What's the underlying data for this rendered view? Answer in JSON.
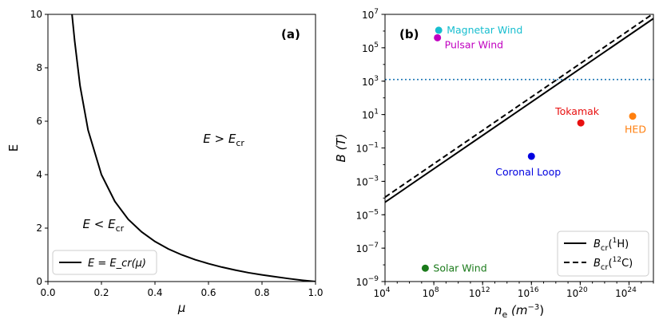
{
  "chart_data": [
    {
      "type": "line",
      "panel_label": "(a)",
      "xlabel": "μ",
      "ylabel": "E",
      "xlim": [
        0.0,
        1.0
      ],
      "ylim": [
        0,
        10
      ],
      "x_ticks": [
        "0.0",
        "0.2",
        "0.4",
        "0.6",
        "0.8",
        "1.0"
      ],
      "y_ticks": [
        "0",
        "2",
        "4",
        "6",
        "8",
        "10"
      ],
      "grid": false,
      "legend_position": "bottom-left",
      "series": [
        {
          "name": "E = E_cr(μ)",
          "color": "#000000",
          "style": "solid",
          "x": [
            0.09,
            0.1,
            0.12,
            0.15,
            0.2,
            0.25,
            0.3,
            0.35,
            0.4,
            0.45,
            0.5,
            0.55,
            0.6,
            0.65,
            0.7,
            0.75,
            0.8,
            0.85,
            0.9,
            0.95,
            1.0
          ],
          "y": [
            10.0,
            9.0,
            7.33,
            5.67,
            4.0,
            3.0,
            2.33,
            1.86,
            1.5,
            1.22,
            1.0,
            0.82,
            0.67,
            0.54,
            0.43,
            0.33,
            0.25,
            0.18,
            0.11,
            0.05,
            0.0
          ]
        }
      ],
      "annotations": [
        {
          "text": "E > E",
          "sub": "cr",
          "x": 0.58,
          "y": 5.2
        },
        {
          "text": "E < E",
          "sub": "cr",
          "x": 0.13,
          "y": 2.0
        }
      ]
    },
    {
      "type": "line",
      "panel_label": "(b)",
      "xlabel": "n",
      "xlabel_sub": "e",
      "xlabel_unit": "(m",
      "xlabel_unit_sup": "−3",
      "ylabel": "B (T)",
      "x_scale": "log",
      "y_scale": "log",
      "xlim_exp": [
        4,
        26
      ],
      "ylim_exp": [
        -9,
        7
      ],
      "x_ticks": [
        {
          "base": "10",
          "exp": "4",
          "value_exp": 4
        },
        {
          "base": "10",
          "exp": "8",
          "value_exp": 8
        },
        {
          "base": "10",
          "exp": "12",
          "value_exp": 12
        },
        {
          "base": "10",
          "exp": "16",
          "value_exp": 16
        },
        {
          "base": "10",
          "exp": "20",
          "value_exp": 20
        },
        {
          "base": "10",
          "exp": "24",
          "value_exp": 24
        }
      ],
      "y_ticks": [
        {
          "base": "10",
          "exp": "−9",
          "value_exp": -9
        },
        {
          "base": "10",
          "exp": "−7",
          "value_exp": -7
        },
        {
          "base": "10",
          "exp": "−5",
          "value_exp": -5
        },
        {
          "base": "10",
          "exp": "−3",
          "value_exp": -3
        },
        {
          "base": "10",
          "exp": "−1",
          "value_exp": -1
        },
        {
          "base": "10",
          "exp": "1",
          "value_exp": 1
        },
        {
          "base": "10",
          "exp": "3",
          "value_exp": 3
        },
        {
          "base": "10",
          "exp": "5",
          "value_exp": 5
        },
        {
          "base": "10",
          "exp": "7",
          "value_exp": 7
        }
      ],
      "grid": false,
      "legend_position": "bottom-right",
      "series": [
        {
          "name": "B_cr(1H)",
          "legend_main": "B",
          "legend_sub": "cr",
          "legend_paren_open": "(",
          "legend_sup": "1",
          "legend_tail": "H)",
          "color": "#000000",
          "style": "solid",
          "x_exp": [
            4,
            26
          ],
          "y_exp": [
            -4.25,
            6.75
          ]
        },
        {
          "name": "B_cr(12C)",
          "legend_main": "B",
          "legend_sub": "cr",
          "legend_paren_open": "(",
          "legend_sup": "12",
          "legend_tail": "C)",
          "color": "#000000",
          "style": "dashed",
          "x_exp": [
            4,
            26
          ],
          "y_exp": [
            -3.95,
            7.05
          ]
        }
      ],
      "reference_line": {
        "y_exp": 3.1,
        "color": "#1f77b4",
        "style": "dotted"
      },
      "points": [
        {
          "label": "Magnetar Wind",
          "x_exp": 8.4,
          "y_exp": 6.05,
          "color": "#17becf",
          "label_dx": 10,
          "label_dy": 4
        },
        {
          "label": "Pulsar Wind",
          "x_exp": 8.3,
          "y_exp": 5.6,
          "color": "#c000c0",
          "label_dx": 9,
          "label_dy": 13
        },
        {
          "label": "Tokamak",
          "x_exp": 20.05,
          "y_exp": 0.5,
          "color": "#e81010",
          "label_dx": -32,
          "label_dy": -10
        },
        {
          "label": "HED",
          "x_exp": 24.3,
          "y_exp": 0.9,
          "color": "#ff7f0e",
          "label_dx": -10,
          "label_dy": 21
        },
        {
          "label": "Coronal Loop",
          "x_exp": 16.0,
          "y_exp": -1.5,
          "color": "#0000e0",
          "label_dx": -45,
          "label_dy": 24
        },
        {
          "label": "Solar Wind",
          "x_exp": 7.3,
          "y_exp": -8.2,
          "color": "#1a7a1a",
          "label_dx": 10,
          "label_dy": 4
        }
      ]
    }
  ]
}
